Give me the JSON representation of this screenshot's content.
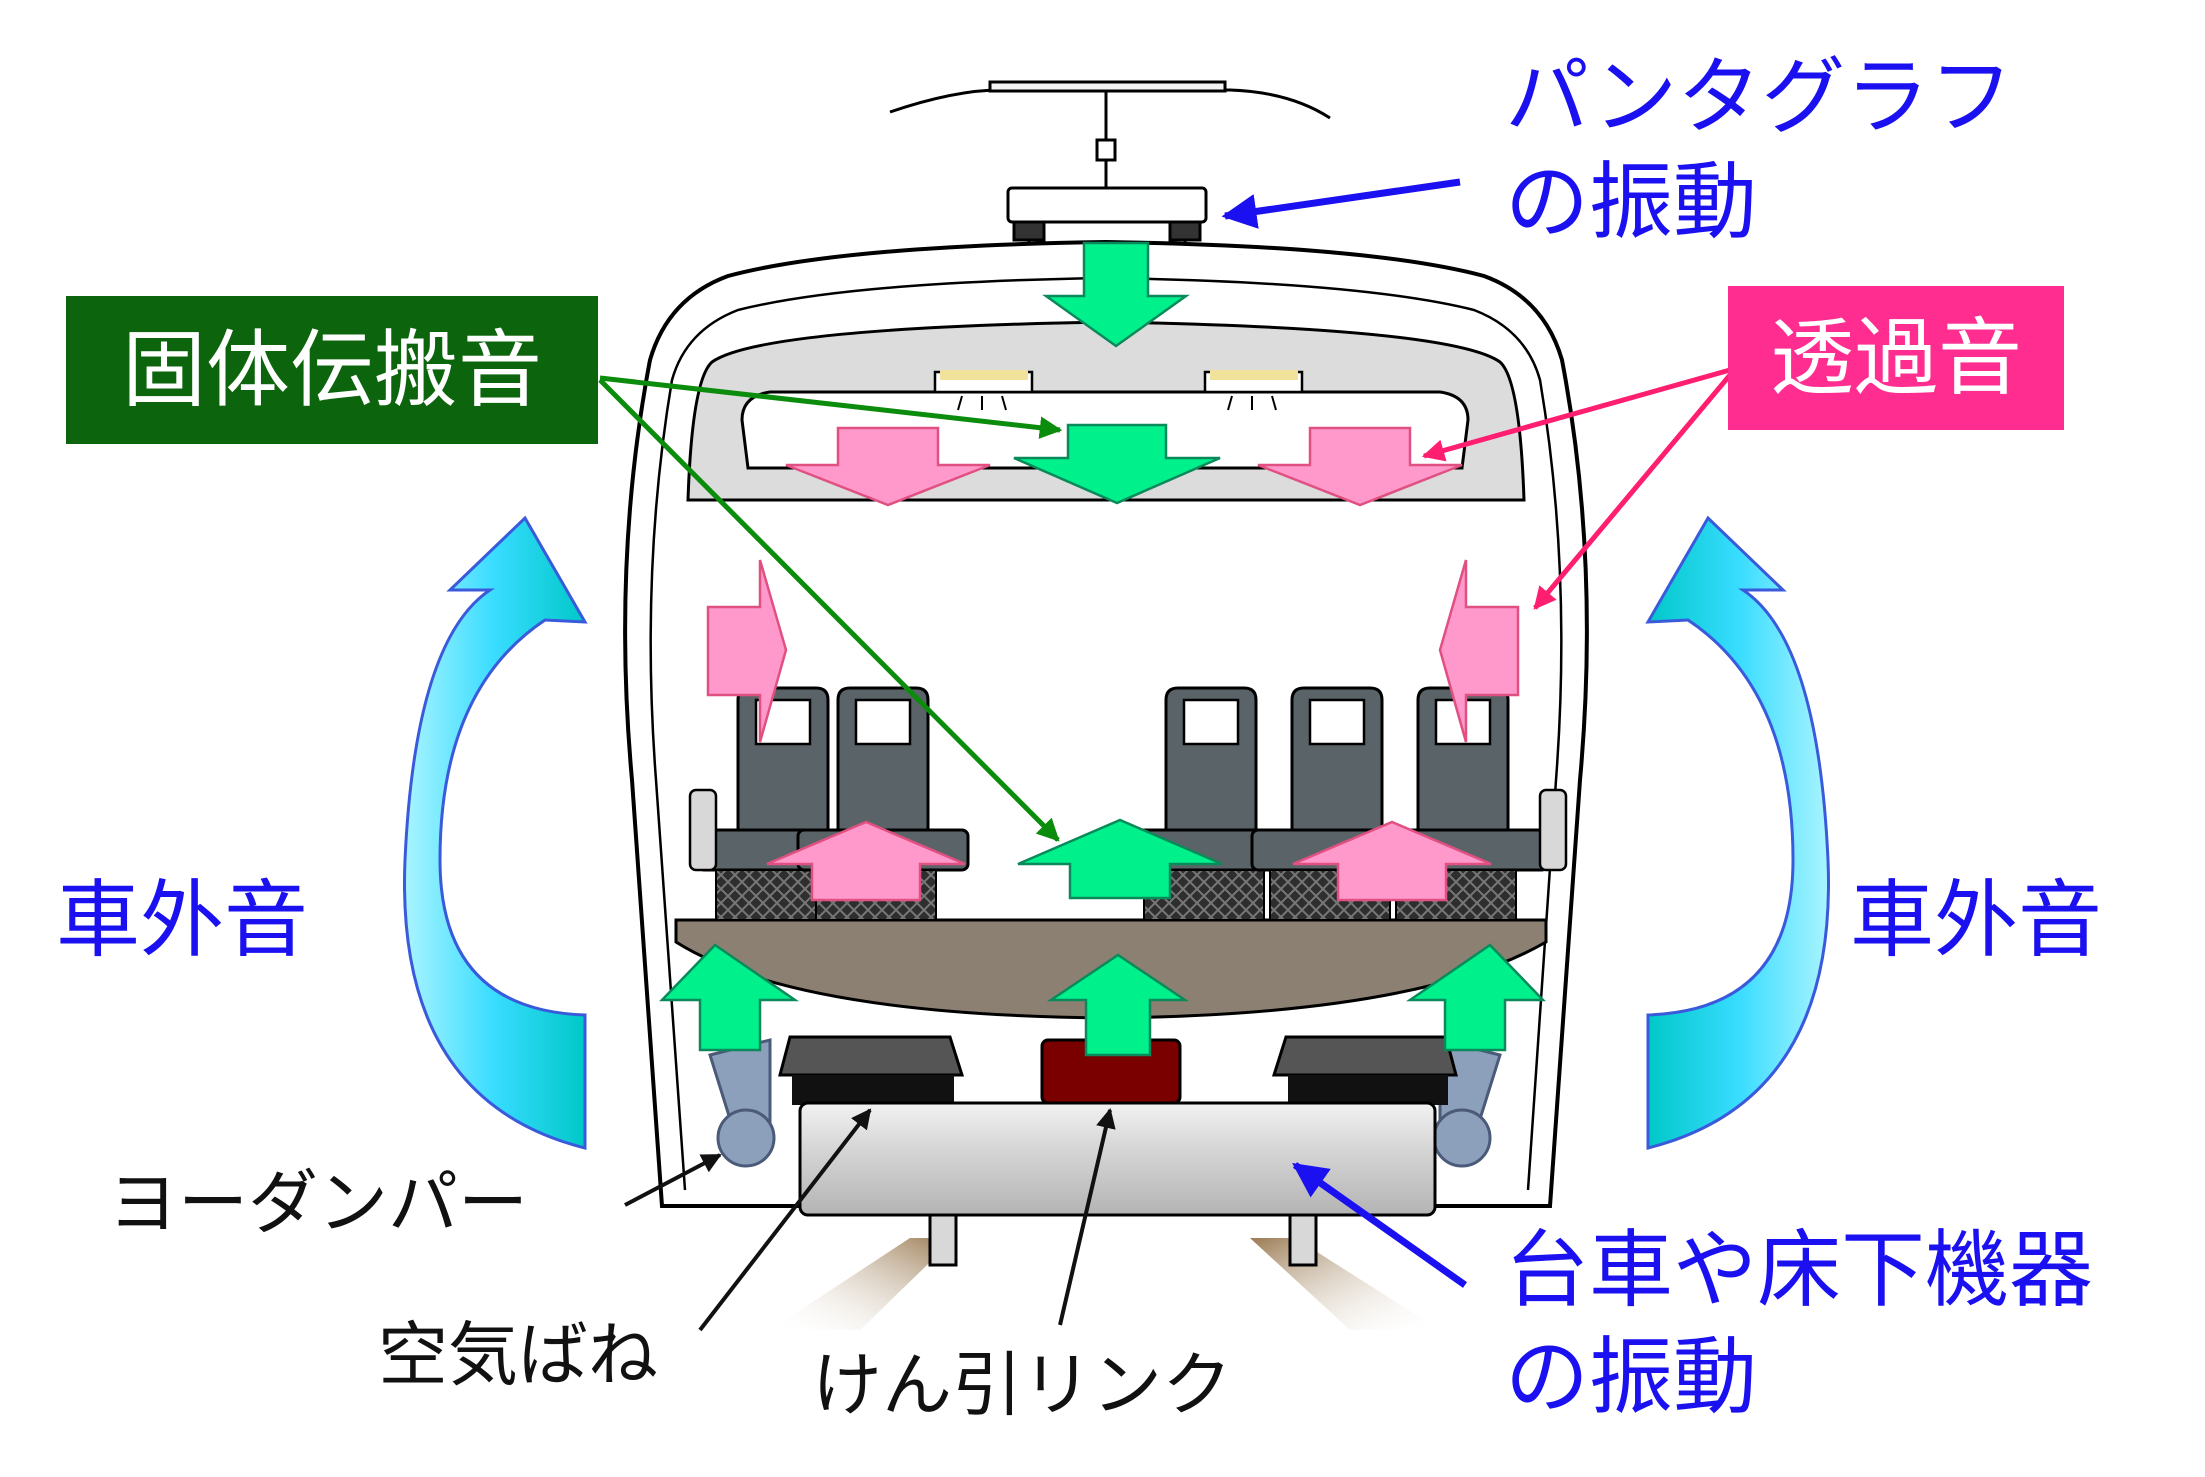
{
  "labels": {
    "pantograph": [
      "パンタグラフ",
      "の振動"
    ],
    "solid_borne": "固体伝搬音",
    "transmitted": "透過音",
    "exterior_left": "車外音",
    "exterior_right": "車外音",
    "yaw_damper": "ヨーダンパー",
    "air_spring": "空気ばね",
    "traction_link": "けん引リンク",
    "bogie": [
      "台車や床下機器",
      "の振動"
    ]
  },
  "colors": {
    "solid_borne": "#0c640c",
    "transmitted": "#ff2d8f",
    "label_blue": "#1a10f0",
    "arrow_green": "#00f08c",
    "arrow_pink": "#ff99cc",
    "arrow_cyan": "#14e6e6",
    "seat": "#5a6468",
    "floor": "#8c8072",
    "bogie_frame": "#d0d0d0",
    "traction_block": "#7a0000"
  }
}
